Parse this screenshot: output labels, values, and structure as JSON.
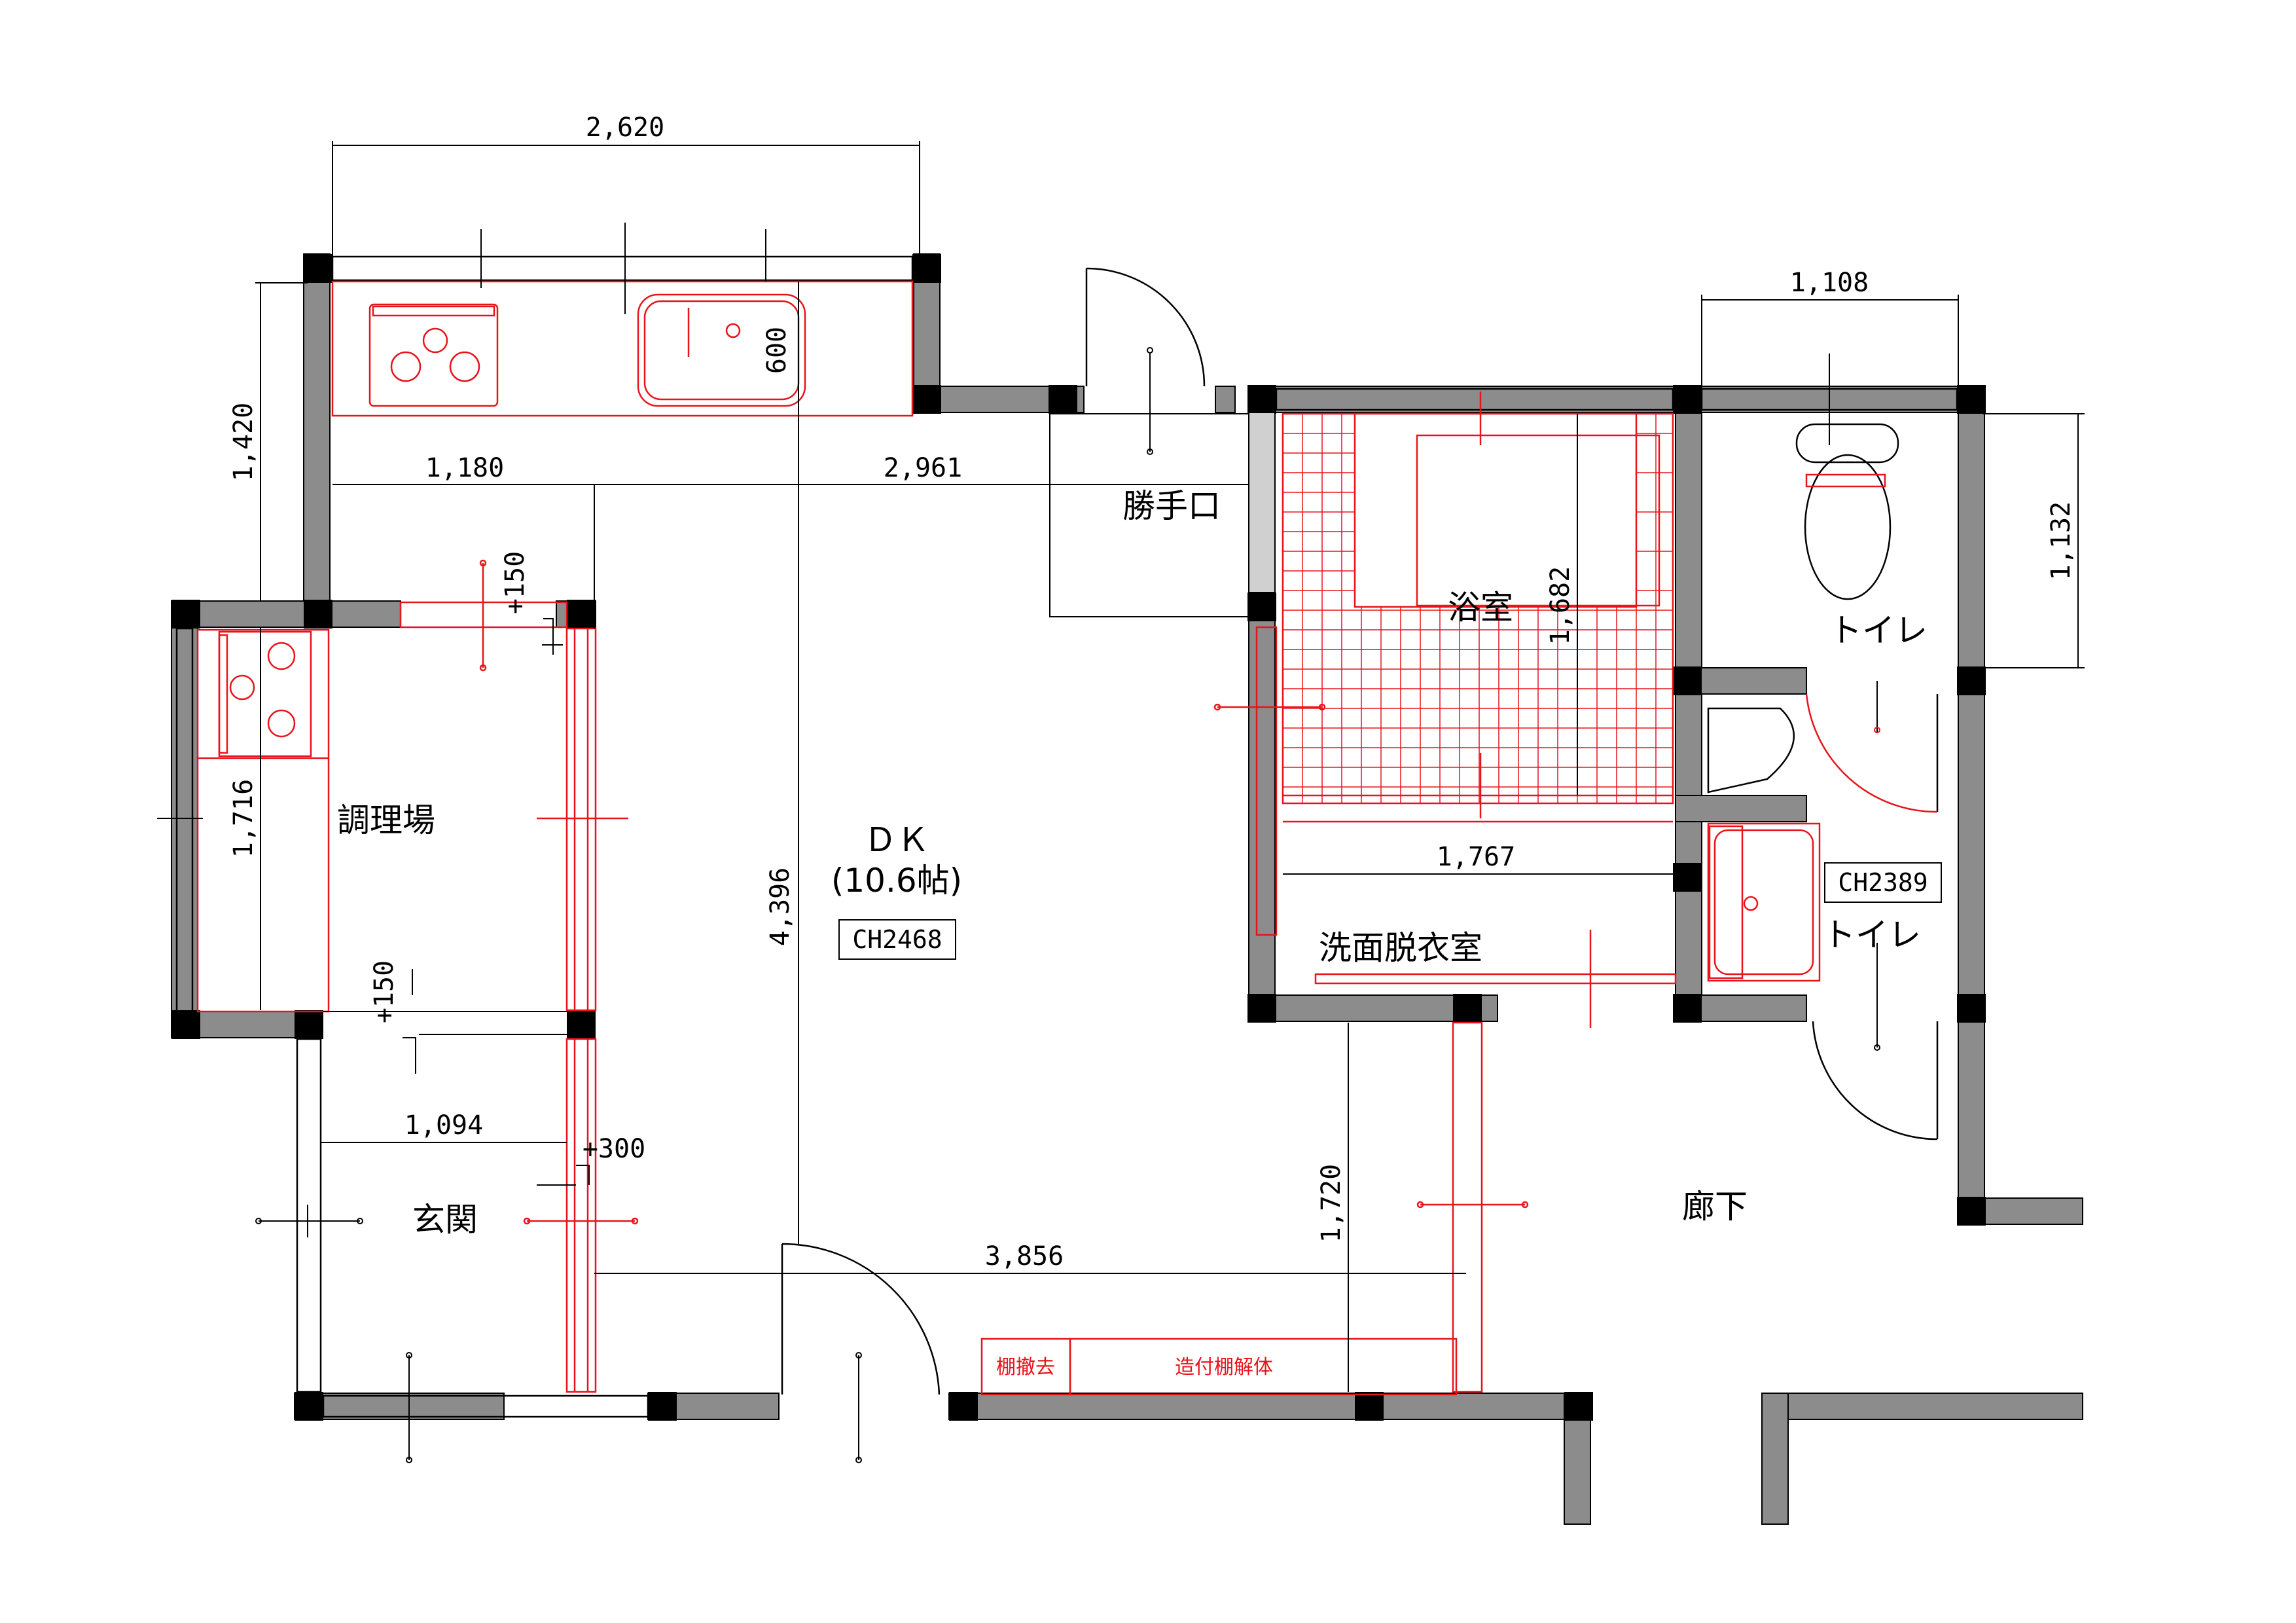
{
  "rooms": {
    "dk": "ＤＫ",
    "dk_size": "(10.6帖)",
    "kitchen": "調理場",
    "entrance": "玄関",
    "service_door": "勝手口",
    "bath": "浴室",
    "washroom": "洗面脱衣室",
    "toilet_upper": "トイレ",
    "toilet_lower": "トイレ",
    "corridor": "廊下"
  },
  "tags": {
    "dk_ceiling": "CH2468",
    "toilet_ceiling": "CH2389"
  },
  "dimensions": {
    "d2620": "2,620",
    "d1420": "1,420",
    "d600": "600",
    "d1180": "1,180",
    "d2961": "2,961",
    "d1108": "1,108",
    "d1132": "1,132",
    "d1682": "1,682",
    "d1716": "1,716",
    "d4396": "4,396",
    "d1767": "1,767",
    "d1094": "1,094",
    "d1720": "1,720",
    "d3856": "3,856",
    "lvl150a": "+150",
    "lvl150b": "+150",
    "lvl300": "+300"
  },
  "notes": {
    "shelf_remove": "棚撤去",
    "shelf_demolish": "造付棚解体"
  },
  "colors": {
    "wall": "#8c8c8c",
    "renovation": "#e8141c"
  }
}
